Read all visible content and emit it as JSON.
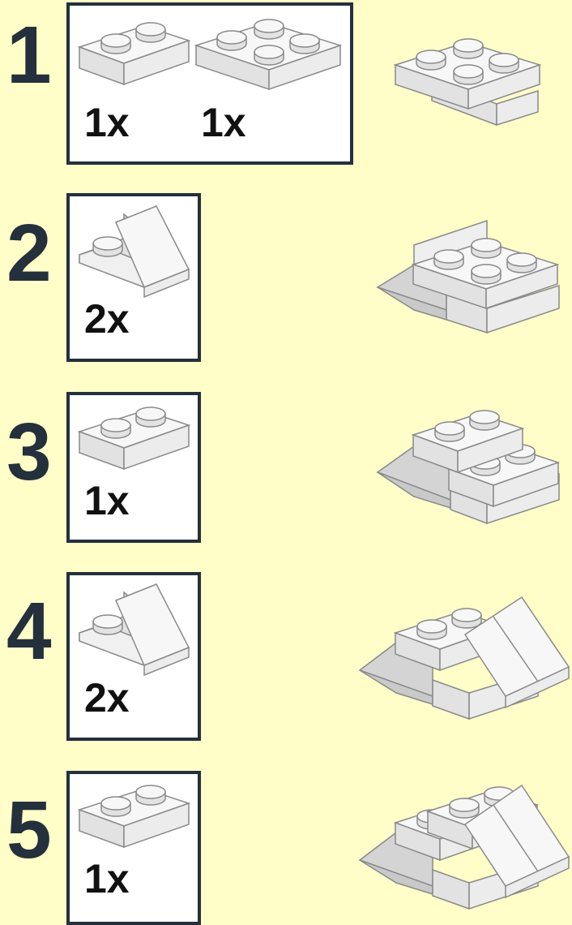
{
  "colors": {
    "background": "#fffdc8",
    "frame": "#24303b",
    "brick_top": "#f7f7f7",
    "brick_side": "#e2e2e2",
    "brick_shadow": "#c9c9c9",
    "outline": "#8a8a8a"
  },
  "steps": [
    {
      "number": "1",
      "parts": [
        {
          "icon": "brick-1x2-icon",
          "quantity": "1x"
        },
        {
          "icon": "plate-2x2-icon",
          "quantity": "1x"
        }
      ]
    },
    {
      "number": "2",
      "parts": [
        {
          "icon": "slope-brick-icon",
          "quantity": "2x"
        }
      ]
    },
    {
      "number": "3",
      "parts": [
        {
          "icon": "brick-1x2-icon",
          "quantity": "1x"
        }
      ]
    },
    {
      "number": "4",
      "parts": [
        {
          "icon": "slope-brick-icon",
          "quantity": "2x"
        }
      ]
    },
    {
      "number": "5",
      "parts": [
        {
          "icon": "brick-1x2-icon",
          "quantity": "1x"
        }
      ]
    }
  ]
}
